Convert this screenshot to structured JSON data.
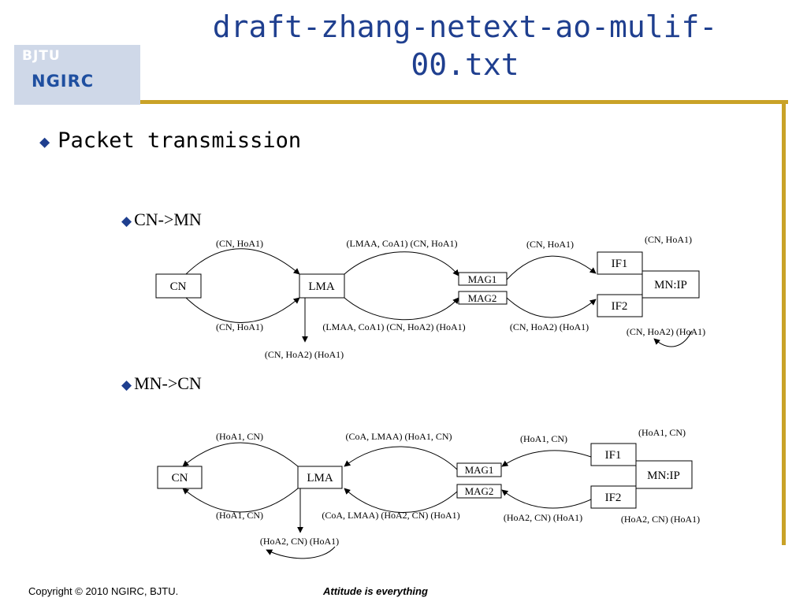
{
  "logo": {
    "line1": "BJTU",
    "line2": "NGIRC"
  },
  "title": "draft-zhang-netext-ao-mulif-00.txt",
  "main_bullet": "Packet transmission",
  "sections": {
    "cn_to_mn": {
      "heading": "CN->MN",
      "nodes": {
        "cn": "CN",
        "lma": "LMA",
        "mag1": "MAG1",
        "mag2": "MAG2",
        "if1": "IF1",
        "if2": "IF2",
        "mn": "MN:IP"
      },
      "labels": {
        "cn_lma_top": "(CN, HoA1)",
        "cn_lma_bottom": "(CN, HoA1)",
        "lma_mag1": "(LMAA, CoA1) (CN, HoA1)",
        "lma_mag2": "(LMAA, CoA1) (CN, HoA2) (HoA1)",
        "mag1_if1": "(CN, HoA1)",
        "mag2_if2": "(CN, HoA2) (HoA1)",
        "if1_mn": "(CN, HoA1)",
        "if2_mn": "(CN, HoA2) (HoA1)",
        "lma_down": "(CN, HoA2) (HoA1)"
      }
    },
    "mn_to_cn": {
      "heading": "MN->CN",
      "nodes": {
        "cn": "CN",
        "lma": "LMA",
        "mag1": "MAG1",
        "mag2": "MAG2",
        "if1": "IF1",
        "if2": "IF2",
        "mn": "MN:IP"
      },
      "labels": {
        "lma_cn_top": "(HoA1, CN)",
        "lma_cn_bottom": "(HoA1, CN)",
        "mag1_lma": "(CoA, LMAA) (HoA1, CN)",
        "mag2_lma": "(CoA, LMAA) (HoA2, CN) (HoA1)",
        "if1_mag1": "(HoA1, CN)",
        "if2_mag2": "(HoA2, CN) (HoA1)",
        "mn_if1": "(HoA1, CN)",
        "mn_if2": "(HoA2, CN) (HoA1)",
        "lma_down": "(HoA2, CN) (HoA1)"
      }
    }
  },
  "footer": {
    "copyright": "Copyright © 2010 NGIRC, BJTU.",
    "tagline": "Attitude is everything"
  },
  "colors": {
    "title": "#1f3f8f",
    "accent_rule": "#c9a227",
    "logo_bg": "#cfd8e8",
    "diamond": "#1f3f8f"
  }
}
